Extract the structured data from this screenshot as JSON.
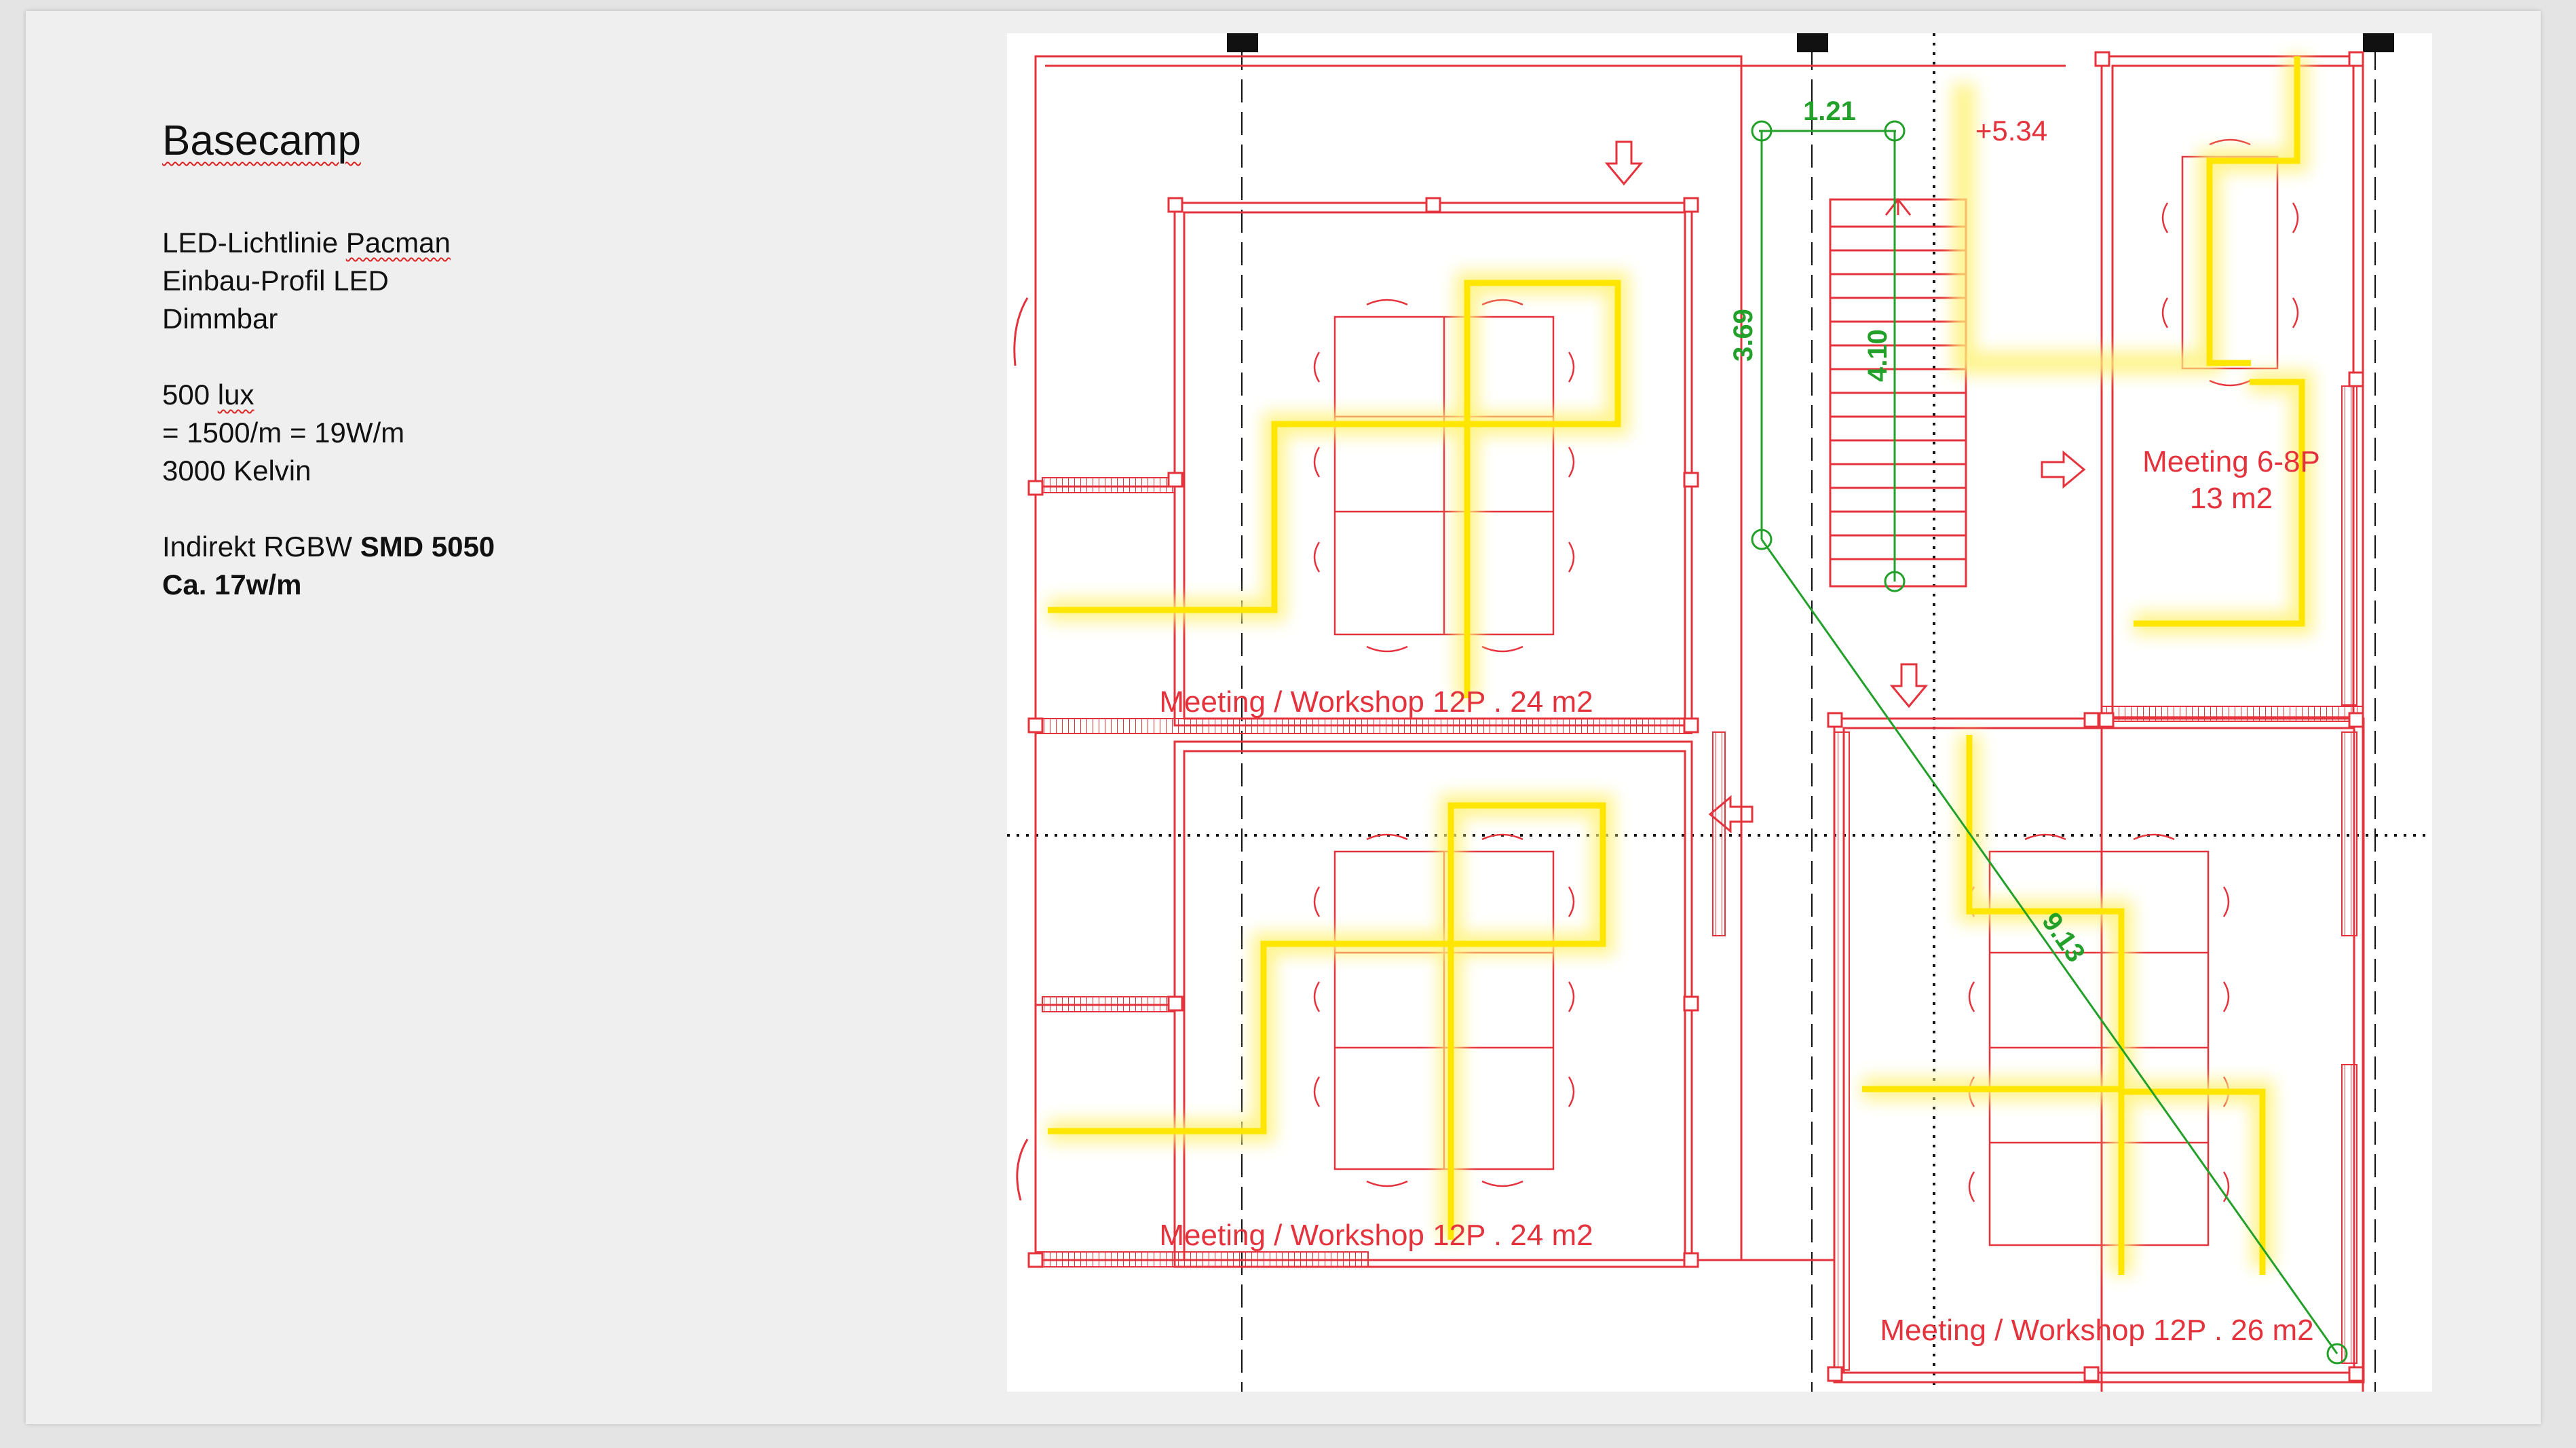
{
  "notes": {
    "title": "Basecamp",
    "line1": "LED-Lichtlinie Pacman",
    "line2": "Einbau-Profil LED",
    "line3": "Dimmbar",
    "line4": "500 lux",
    "line5": "= 1500/m = 19W/m",
    "line6": "3000 Kelvin",
    "line7_prefix": "Indirekt RGBW ",
    "line7_bold": "SMD 5050",
    "line8": "Ca. 17w/m"
  },
  "rooms": [
    {
      "label": "Meeting / Workshop 12P . 24 m2"
    },
    {
      "label": "Meeting / Workshop 12P . 24 m2"
    },
    {
      "label": "Meeting / Workshop 12P . 26 m2"
    },
    {
      "label_line1": "Meeting 6-8P",
      "label_line2": "13 m2"
    }
  ],
  "dimensions": {
    "width": "1.21",
    "height_left": "3.69",
    "height_stair": "4.10",
    "diagonal": "9.13",
    "level": "+5.34"
  },
  "colors": {
    "walls": "#e5333d",
    "dimensions": "#22a02a",
    "led": "#ffe600",
    "led_glow": "#fff27a"
  }
}
